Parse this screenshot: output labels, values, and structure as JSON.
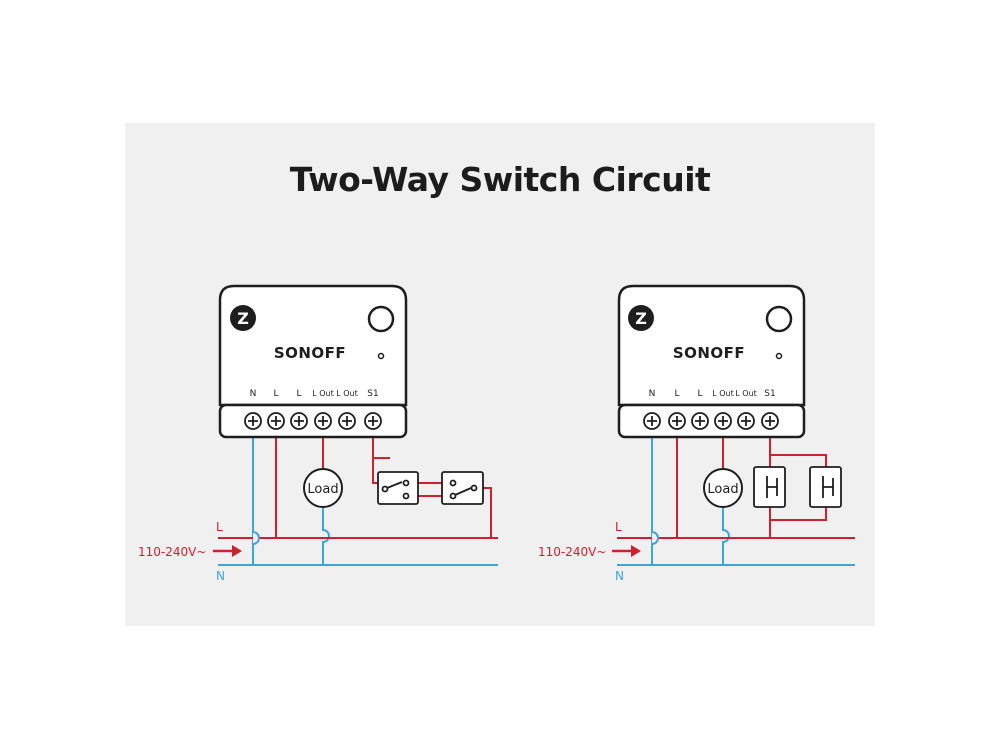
{
  "title": "Two-Way Switch Circuit",
  "device": {
    "brand": "SONOFF",
    "zigbee_symbol": "Z",
    "terminals": [
      "N",
      "L",
      "L",
      "L Out",
      "L Out",
      "S1"
    ]
  },
  "load_label": "Load",
  "line_label": "L",
  "neutral_label": "N",
  "voltage_label": "110-240V~",
  "colors": {
    "line": "#d0202e",
    "neutral": "#3aa7d8",
    "device": "#1e1e1e",
    "panel": "#f0f0f0"
  }
}
